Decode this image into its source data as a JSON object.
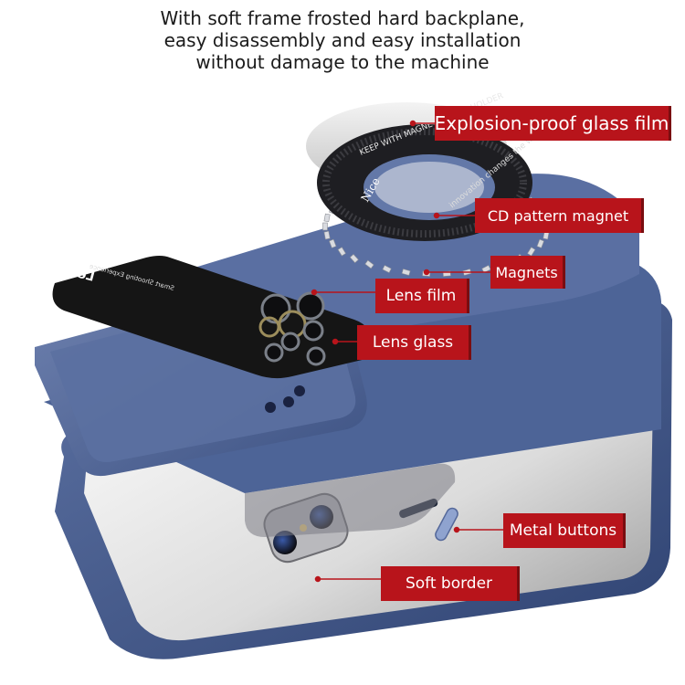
{
  "headline": {
    "line1": "With soft frame frosted hard backplane,",
    "line2": "easy disassembly and easy installation",
    "line3": "without damage to the machine"
  },
  "callouts": {
    "explosion_proof": "Explosion-proof glass film",
    "cd_pattern": "CD pattern magnet",
    "magnets": "Magnets",
    "lens_film": "Lens film",
    "lens_glass": "Lens glass",
    "metal_buttons": "Metal buttons",
    "soft_border": "Soft border"
  },
  "ring": {
    "text_top": "KEEP WITH MAGNETIC CARD HOLDER",
    "text_side": "innovation changes the world",
    "brand": "Nice"
  },
  "lens_plate": {
    "title": "Lens",
    "subtitle": "Smart Shooting Experience"
  },
  "colors": {
    "case_blue": "#4f6596",
    "case_dark": "#344a78",
    "callout_red": "#b8141b"
  }
}
